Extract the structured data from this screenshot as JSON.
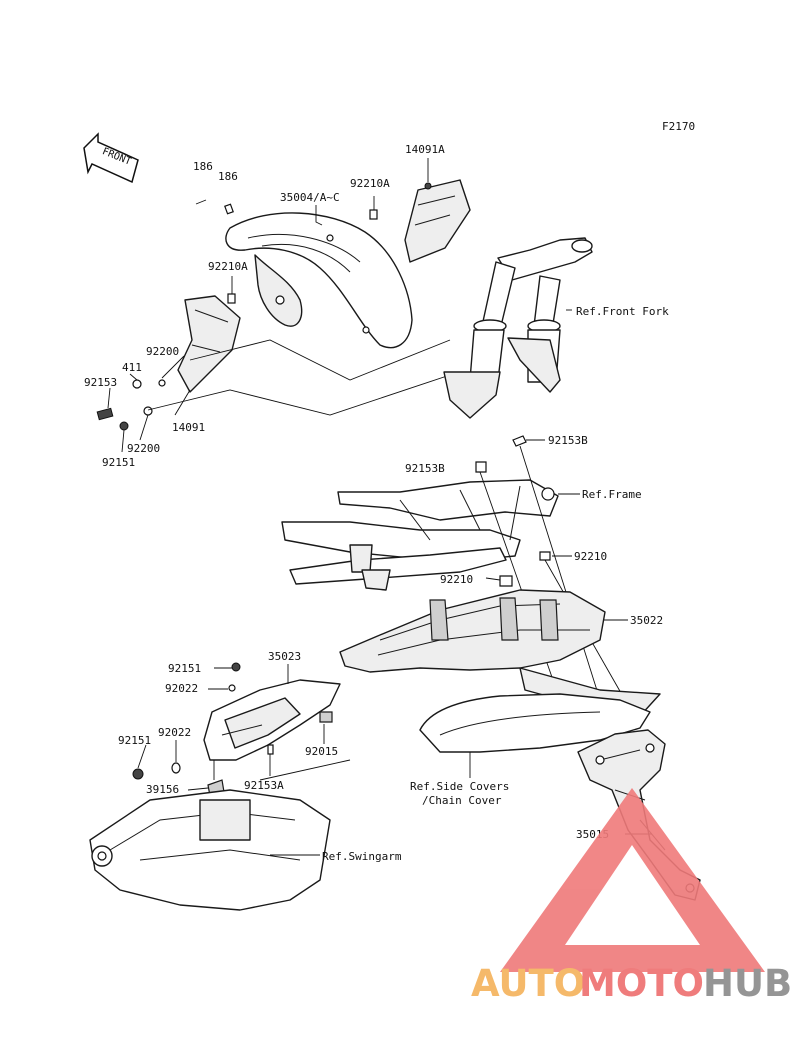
{
  "diagram_code": "F2170",
  "front_arrow_label": "FRONT",
  "labels": {
    "p186a": "186",
    "p186b": "186",
    "p35004": "35004/A~C",
    "p92210a_top": "92210A",
    "p14091a": "14091A",
    "p92210a_left": "92210A",
    "p92200a": "92200",
    "p411": "411",
    "p92153": "92153",
    "p14091": "14091",
    "p92151a": "92151",
    "p92200b": "92200",
    "p92153b_top": "92153B",
    "p92153b_left": "92153B",
    "p92210a_mid": "92210",
    "p92210b_mid": "92210",
    "p35022": "35022",
    "p92151b": "92151",
    "p35023": "35023",
    "p92022a": "92022",
    "p92151c": "92151",
    "p92022b": "92022",
    "p92015": "92015",
    "p39156": "39156",
    "p92153a": "92153A",
    "p35015": "35015"
  },
  "refs": {
    "front_fork": "Ref.Front Fork",
    "frame": "Ref.Frame",
    "side_covers_1": "Ref.Side Covers",
    "side_covers_2": "/Chain Cover",
    "swingarm": "Ref.Swingarm"
  },
  "watermark": {
    "word_auto": "AUTO",
    "word_moto": "MOTO",
    "word_hub": "HUB",
    "color_auto": "#f5b25a",
    "color_moto": "#ee6e6e",
    "color_hub": "#8a8a8a",
    "color_triangle": "#ef7a7a"
  }
}
